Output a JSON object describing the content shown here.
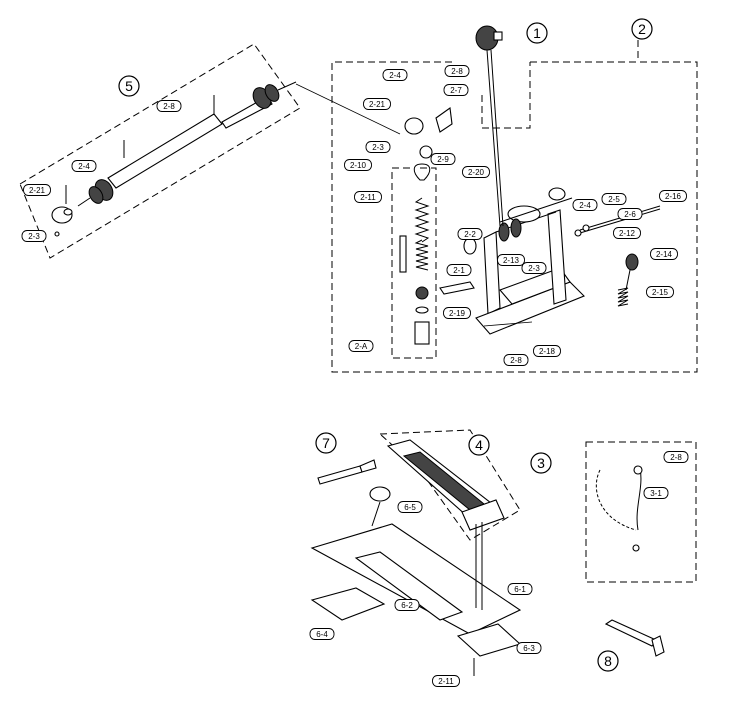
{
  "callouts": [
    {
      "id": "c1",
      "label": "1"
    },
    {
      "id": "c2",
      "label": "2"
    },
    {
      "id": "c3",
      "label": "3"
    },
    {
      "id": "c4",
      "label": "4"
    },
    {
      "id": "c5",
      "label": "5"
    },
    {
      "id": "c7",
      "label": "7"
    },
    {
      "id": "c8",
      "label": "8"
    }
  ],
  "tags": [
    {
      "id": "t1",
      "label": "2-4"
    },
    {
      "id": "t2",
      "label": "2-8"
    },
    {
      "id": "t3",
      "label": "2-21"
    },
    {
      "id": "t4",
      "label": "2-7"
    },
    {
      "id": "t5",
      "label": "2-3"
    },
    {
      "id": "t6",
      "label": "2-9"
    },
    {
      "id": "t7",
      "label": "2-10"
    },
    {
      "id": "t8",
      "label": "2-11"
    },
    {
      "id": "t9",
      "label": "2-20"
    },
    {
      "id": "t10",
      "label": "2-4"
    },
    {
      "id": "t11",
      "label": "2-5"
    },
    {
      "id": "t12",
      "label": "2-6"
    },
    {
      "id": "t13",
      "label": "2-16"
    },
    {
      "id": "t14",
      "label": "2-12"
    },
    {
      "id": "t15",
      "label": "2-2"
    },
    {
      "id": "t16",
      "label": "2-13"
    },
    {
      "id": "t17",
      "label": "2-3"
    },
    {
      "id": "t18",
      "label": "2-14"
    },
    {
      "id": "t19",
      "label": "2-1"
    },
    {
      "id": "t20",
      "label": "2-15"
    },
    {
      "id": "t21",
      "label": "2-19"
    },
    {
      "id": "t22",
      "label": "2-18"
    },
    {
      "id": "t23",
      "label": "2-A"
    },
    {
      "id": "t24",
      "label": "2-8"
    },
    {
      "id": "t25",
      "label": "2-8"
    },
    {
      "id": "t26",
      "label": "2-4"
    },
    {
      "id": "t27",
      "label": "2-21"
    },
    {
      "id": "t28",
      "label": "2-3"
    },
    {
      "id": "t29",
      "label": "2-8"
    },
    {
      "id": "t30",
      "label": "3-1"
    },
    {
      "id": "t31",
      "label": "6-5"
    },
    {
      "id": "t32",
      "label": "6-1"
    },
    {
      "id": "t33",
      "label": "6-2"
    },
    {
      "id": "t34",
      "label": "6-4"
    },
    {
      "id": "t35",
      "label": "6-3"
    },
    {
      "id": "t36",
      "label": "2-11"
    }
  ]
}
